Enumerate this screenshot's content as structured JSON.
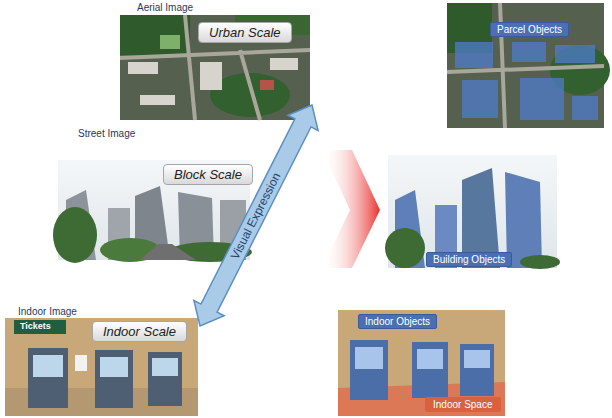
{
  "diagram": {
    "nodes": [
      {
        "text": [
          "Aerial Image"
        ]
      },
      {
        "text": [
          "Urban Scale"
        ],
        "in": 0
      },
      {
        "text": [
          "Street Image"
        ]
      },
      {
        "text": [
          "Block Scale"
        ],
        "in": 2
      },
      {
        "text": [
          "Indoor Image"
        ]
      },
      {
        "text": [
          "Indoor Scale"
        ],
        "in": 4
      },
      {
        "text": [
          "Parcel Objects"
        ]
      },
      {
        "text": [
          "Building Objects"
        ]
      },
      {
        "text": [
          "Indoor Objects"
        ]
      },
      {
        "text": [
          "Indoor Space"
        ]
      }
    ],
    "edges": [
      {
        "from": 0,
        "to": 4,
        "arrow": "both",
        "label": "Visual Expression"
      }
    ],
    "labels": [
      "Tickets"
    ]
  }
}
